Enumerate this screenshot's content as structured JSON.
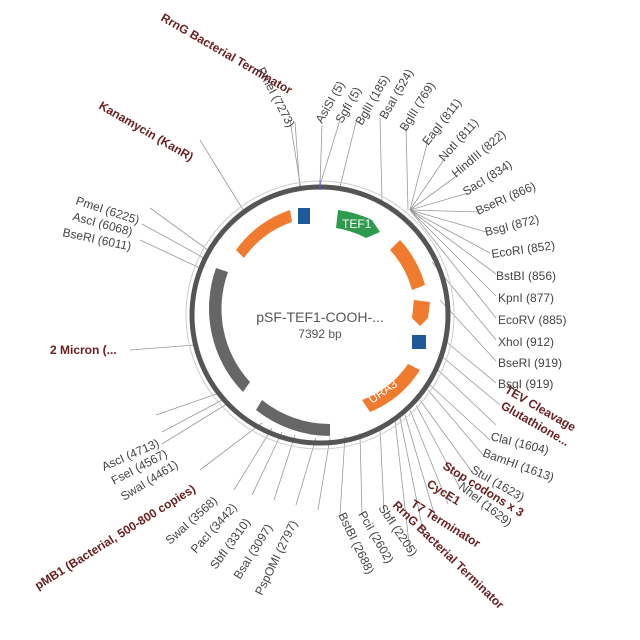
{
  "plasmid": {
    "name": "pSF-TEF1-COOH-...",
    "size": "7392 bp"
  },
  "colors": {
    "backbone": "#555555",
    "promoter": "#2e9a4e",
    "orf": "#f07a2e",
    "terminator": "#1e5a9a",
    "gray_feature": "#666666",
    "feature_label": "#6b2020"
  },
  "feature_labels": [
    "RrnG Bacterial Terminator",
    "Kanamycin (KanR)",
    "2 Micron (...",
    "pMB1 (Bacterial, 500-800 copies)",
    "TEV Cleavage",
    "Glutathione...",
    "Stop codons x 3",
    "CycE1",
    "T7 Terminator",
    "RrnG Bacterial Terminator"
  ],
  "site_labels": [
    "PmeI (7273)",
    "AsiSI (5)",
    "SgfI (5)",
    "BglII (185)",
    "BsaI (524)",
    "BglII (769)",
    "EagI (811)",
    "NotI (811)",
    "HindIII (822)",
    "SacI (834)",
    "BseRI (866)",
    "BsgI (872)",
    "EcoRI (852)",
    "BstBI (856)",
    "KpnI (877)",
    "EcoRV (885)",
    "XhoI (912)",
    "BseRI (919)",
    "BsgI (919)",
    "ClaI (1604)",
    "BamHI (1613)",
    "StuI (1623)",
    "NheI (1629)",
    "PmeI (6225)",
    "AscI (6068)",
    "BseRI (6011)",
    "AscI (4713)",
    "FseI (4567)",
    "SwaI (4461)",
    "SwaI (3568)",
    "PacI (3442)",
    "SbfI (3310)",
    "BsaI (3097)",
    "PspOMI (2797)",
    "BstBI (2688)",
    "PciI (2602)",
    "SbfI (2205)"
  ],
  "feature_names": {
    "tef1": "TEF1",
    "ura3": "URA3"
  }
}
